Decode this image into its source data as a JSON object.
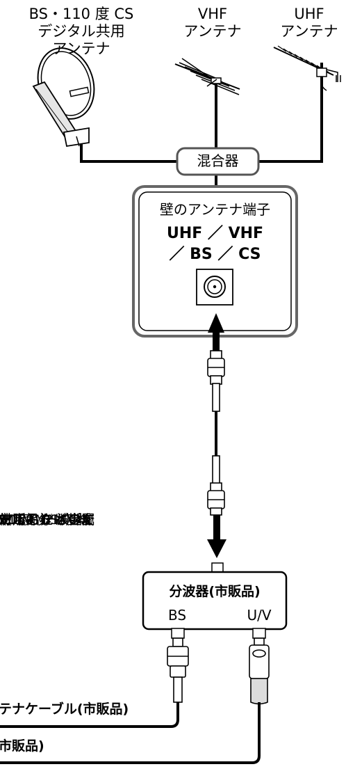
{
  "antennas": {
    "bs_cs": [
      "BS・110 度 CS",
      "デジタル共用",
      "アンテナ"
    ],
    "vhf": [
      "VHF",
      "アンテナ"
    ],
    "uhf": [
      "UHF",
      "アンテナ"
    ]
  },
  "mixer": {
    "label": "混合器"
  },
  "wall_terminal": {
    "title": "壁のアンテナ端子",
    "line1": "UHF ／ VHF",
    "line2": "／ BS ／ CS"
  },
  "splitter": {
    "label": "分波器(市販品)",
    "port_bs": "BS",
    "port_uv": "U/V"
  },
  "note": [
    "S/UV 分 波 器",
    "市販品）は金属",
    "ールドタイプで",
    "10 度 CS 帯域",
    "2150MHz）ま",
    "対応したものを",
    "使用ください。"
  ],
  "cables": {
    "cable1": "テナケーブル(市販品)",
    "cable2": "市販品)"
  }
}
